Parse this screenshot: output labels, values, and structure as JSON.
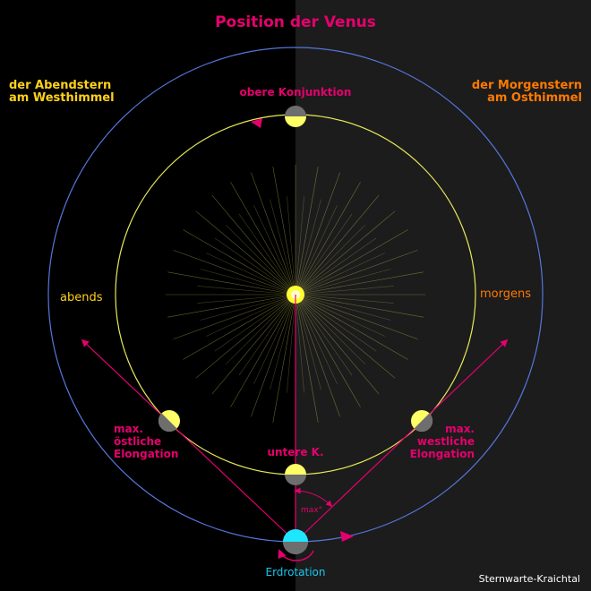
{
  "title": "Position der Venus",
  "left_label": {
    "line1": "der Abendstern",
    "line2": "am Westhimmel"
  },
  "right_label": {
    "line1": "der Morgenstern",
    "line2": "am Osthimmel"
  },
  "top_conjunction": "obere Konjunktion",
  "evening": "abends",
  "morning": "morgens",
  "east_elongation": {
    "line1": "max.",
    "line2": "östliche",
    "line3": "Elongation"
  },
  "west_elongation": {
    "line1": "max.",
    "line2": "westliche",
    "line3": "Elongation"
  },
  "lower_conjunction": "untere K.",
  "max_angle": "max°",
  "earth_rotation": "Erdrotation",
  "credit": "Sternwarte-Kraichtal",
  "colors": {
    "title": "#e6006e",
    "left_label": "#ffd21a",
    "right_label": "#ff7a00",
    "labels_magenta": "#e6006e",
    "evening": "#ffd21a",
    "morning": "#ff7a00",
    "earth_rotation": "#18c7f0",
    "venus_orbit": "#e8e85a",
    "earth_orbit": "#5577dd",
    "sun": "#ffff33",
    "venus_lit": "#ffff66",
    "venus_dark": "#6e6e6e",
    "earth": "#1fe6ff",
    "night_side": "#000000",
    "day_side": "#1c1c1c"
  }
}
